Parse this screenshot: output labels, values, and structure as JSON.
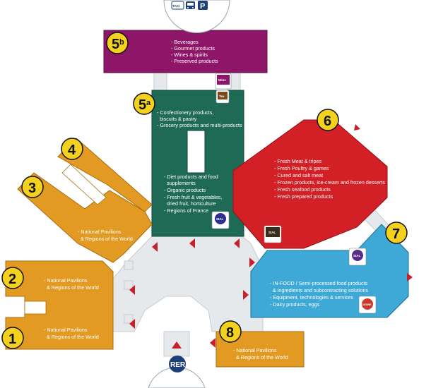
{
  "colors": {
    "hall_orange": "#e39a22",
    "hall_purple": "#8e1668",
    "hall_green": "#1f6a55",
    "hall_red": "#d31f26",
    "hall_blue": "#3ea8d6",
    "walkway": "#e6e9eb",
    "arrow_red": "#c8202a",
    "badge_yellow": "#f3d11c",
    "icon_navy": "#1c3f7a"
  },
  "top_access": {
    "taxi_label": "TAXI",
    "parking_label": "P",
    "icons": [
      "taxi-icon",
      "bus-icon",
      "parking-icon"
    ]
  },
  "bottom_access": {
    "rer_label": "RER"
  },
  "halls": {
    "h1": {
      "number": "1",
      "lines": [
        "- National Pavilions",
        "& Regions of the World"
      ]
    },
    "h2": {
      "number": "2",
      "lines": [
        "- National Pavilions",
        "& Regions of the World"
      ]
    },
    "h3": {
      "number": "3",
      "lines": [
        "- National Pavilions",
        "& Regions of the World"
      ]
    },
    "h4": {
      "number": "4"
    },
    "h5a": {
      "number": "5",
      "superscript": "a",
      "lines_top": [
        "- Confectionery products,",
        "biscuits & pastry",
        "- Grocery products and multi-products"
      ],
      "lines_bottom": [
        "- Diet products and food",
        "supplements",
        "- Organic products",
        "- Fresh fruit & vegetables,",
        "dried fruit, horticulture",
        "- Regions of France"
      ]
    },
    "h5b": {
      "number": "5",
      "superscript": "b",
      "lines": [
        "- Beverages",
        "- Gourmet products",
        "- Wines & spirits",
        "- Preserved products"
      ]
    },
    "h6": {
      "number": "6",
      "lines": [
        "- Fresh Meat & tripes",
        "- Fresh Poultry & games",
        "- Cured and salt meat",
        "- Frozen products, ice-cream and frozen desserts",
        "- Fresh seafood products",
        "- Fresh prepared products"
      ]
    },
    "h7": {
      "number": "7",
      "lines": [
        "- IN-FOOD / Semi-processed food products",
        "& ingredients and subcontracting solutions",
        "- Equipment, technologies & services",
        "- Dairy products, eggs"
      ]
    },
    "h8": {
      "number": "8",
      "lines": [
        "- National Pavilions",
        "& Regions of the World"
      ]
    }
  },
  "logos": [
    {
      "name": "wine-world-logo",
      "label": "Wine",
      "color": "#8e1668"
    },
    {
      "name": "tea-logo",
      "label": "Tea",
      "color": "#7a4a1e"
    },
    {
      "name": "sial-organic-logo",
      "label": "SIAL",
      "color": "#2b2f8f"
    },
    {
      "name": "sial-seafood-logo",
      "label": "SIAL",
      "color": "#3a2d1c"
    },
    {
      "name": "sial-dairy-logo",
      "label": "SIAL",
      "color": "#5a2a8a"
    },
    {
      "name": "cuisine-logo",
      "label": "CUISINE",
      "color": "#c9392f"
    }
  ]
}
